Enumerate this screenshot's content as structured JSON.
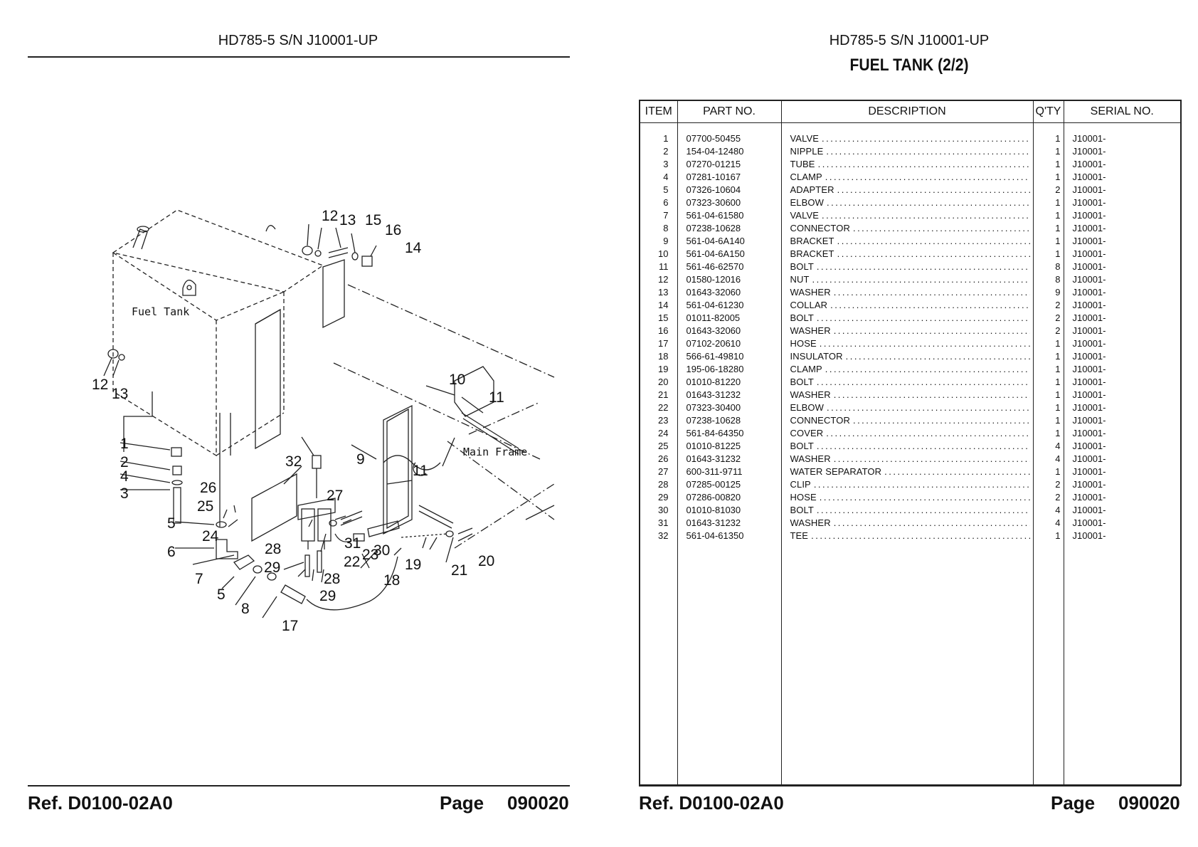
{
  "left_page": {
    "header": "HD785-5 S/N J10001-UP",
    "footer_ref": "Ref.  D0100-02A0",
    "footer_page_label": "Page",
    "footer_page_no": "090020"
  },
  "right_page": {
    "header": "HD785-5 S/N J10001-UP",
    "title": "FUEL TANK (2/2)",
    "footer_ref": "Ref.  D0100-02A0",
    "footer_page_label": "Page",
    "footer_page_no": "090020"
  },
  "diagram": {
    "text_labels": [
      "Fuel Tank",
      "Main Frame"
    ],
    "callouts": [
      "1",
      "2",
      "3",
      "4",
      "5",
      "5",
      "6",
      "7",
      "8",
      "9",
      "10",
      "11",
      "11",
      "12",
      "12",
      "13",
      "13",
      "14",
      "15",
      "16",
      "17",
      "18",
      "19",
      "20",
      "21",
      "22",
      "23",
      "24",
      "25",
      "26",
      "27",
      "28",
      "28",
      "29",
      "29",
      "30",
      "31",
      "32"
    ]
  },
  "table": {
    "headers": {
      "item": "ITEM",
      "part": "PART NO.",
      "desc": "DESCRIPTION",
      "qty": "Q'TY",
      "serial": "SERIAL NO."
    },
    "rows": [
      {
        "item": "1",
        "part": "07700-50455",
        "desc": "VALVE",
        "qty": "1",
        "serial": "J10001-"
      },
      {
        "item": "2",
        "part": "154-04-12480",
        "desc": "NIPPLE",
        "qty": "1",
        "serial": "J10001-"
      },
      {
        "item": "3",
        "part": "07270-01215",
        "desc": "TUBE",
        "qty": "1",
        "serial": "J10001-"
      },
      {
        "item": "4",
        "part": "07281-10167",
        "desc": "CLAMP",
        "qty": "1",
        "serial": "J10001-"
      },
      {
        "item": "5",
        "part": "07326-10604",
        "desc": "ADAPTER",
        "qty": "2",
        "serial": "J10001-"
      },
      {
        "item": "6",
        "part": "07323-30600",
        "desc": "ELBOW",
        "qty": "1",
        "serial": "J10001-"
      },
      {
        "item": "7",
        "part": "561-04-61580",
        "desc": "VALVE",
        "qty": "1",
        "serial": "J10001-"
      },
      {
        "item": "8",
        "part": "07238-10628",
        "desc": "CONNECTOR",
        "qty": "1",
        "serial": "J10001-"
      },
      {
        "item": "9",
        "part": "561-04-6A140",
        "desc": "BRACKET",
        "qty": "1",
        "serial": "J10001-"
      },
      {
        "item": "10",
        "part": "561-04-6A150",
        "desc": "BRACKET",
        "qty": "1",
        "serial": "J10001-"
      },
      {
        "item": "11",
        "part": "561-46-62570",
        "desc": "BOLT",
        "qty": "8",
        "serial": "J10001-"
      },
      {
        "item": "12",
        "part": "01580-12016",
        "desc": "NUT",
        "qty": "8",
        "serial": "J10001-"
      },
      {
        "item": "13",
        "part": "01643-32060",
        "desc": "WASHER",
        "qty": "9",
        "serial": "J10001-"
      },
      {
        "item": "14",
        "part": "561-04-61230",
        "desc": "COLLAR",
        "qty": "2",
        "serial": "J10001-"
      },
      {
        "item": "15",
        "part": "01011-82005",
        "desc": "BOLT",
        "qty": "2",
        "serial": "J10001-"
      },
      {
        "item": "16",
        "part": "01643-32060",
        "desc": "WASHER",
        "qty": "2",
        "serial": "J10001-"
      },
      {
        "item": "17",
        "part": "07102-20610",
        "desc": "HOSE",
        "qty": "1",
        "serial": "J10001-"
      },
      {
        "item": "18",
        "part": "566-61-49810",
        "desc": "INSULATOR",
        "qty": "1",
        "serial": "J10001-"
      },
      {
        "item": "19",
        "part": "195-06-18280",
        "desc": "CLAMP",
        "qty": "1",
        "serial": "J10001-"
      },
      {
        "item": "20",
        "part": "01010-81220",
        "desc": "BOLT",
        "qty": "1",
        "serial": "J10001-"
      },
      {
        "item": "21",
        "part": "01643-31232",
        "desc": "WASHER",
        "qty": "1",
        "serial": "J10001-"
      },
      {
        "item": "22",
        "part": "07323-30400",
        "desc": "ELBOW",
        "qty": "1",
        "serial": "J10001-"
      },
      {
        "item": "23",
        "part": "07238-10628",
        "desc": "CONNECTOR",
        "qty": "1",
        "serial": "J10001-"
      },
      {
        "item": "24",
        "part": "561-84-64350",
        "desc": "COVER",
        "qty": "1",
        "serial": "J10001-"
      },
      {
        "item": "25",
        "part": "01010-81225",
        "desc": "BOLT",
        "qty": "4",
        "serial": "J10001-"
      },
      {
        "item": "26",
        "part": "01643-31232",
        "desc": "WASHER",
        "qty": "4",
        "serial": "J10001-"
      },
      {
        "item": "27",
        "part": "600-311-9711",
        "desc": "WATER SEPARATOR",
        "qty": "1",
        "serial": "J10001-"
      },
      {
        "item": "28",
        "part": "07285-00125",
        "desc": "CLIP",
        "qty": "2",
        "serial": "J10001-"
      },
      {
        "item": "29",
        "part": "07286-00820",
        "desc": "HOSE",
        "qty": "2",
        "serial": "J10001-"
      },
      {
        "item": "30",
        "part": "01010-81030",
        "desc": "BOLT",
        "qty": "4",
        "serial": "J10001-"
      },
      {
        "item": "31",
        "part": "01643-31232",
        "desc": "WASHER",
        "qty": "4",
        "serial": "J10001-"
      },
      {
        "item": "32",
        "part": "561-04-61350",
        "desc": "TEE",
        "qty": "1",
        "serial": "J10001-"
      }
    ]
  }
}
